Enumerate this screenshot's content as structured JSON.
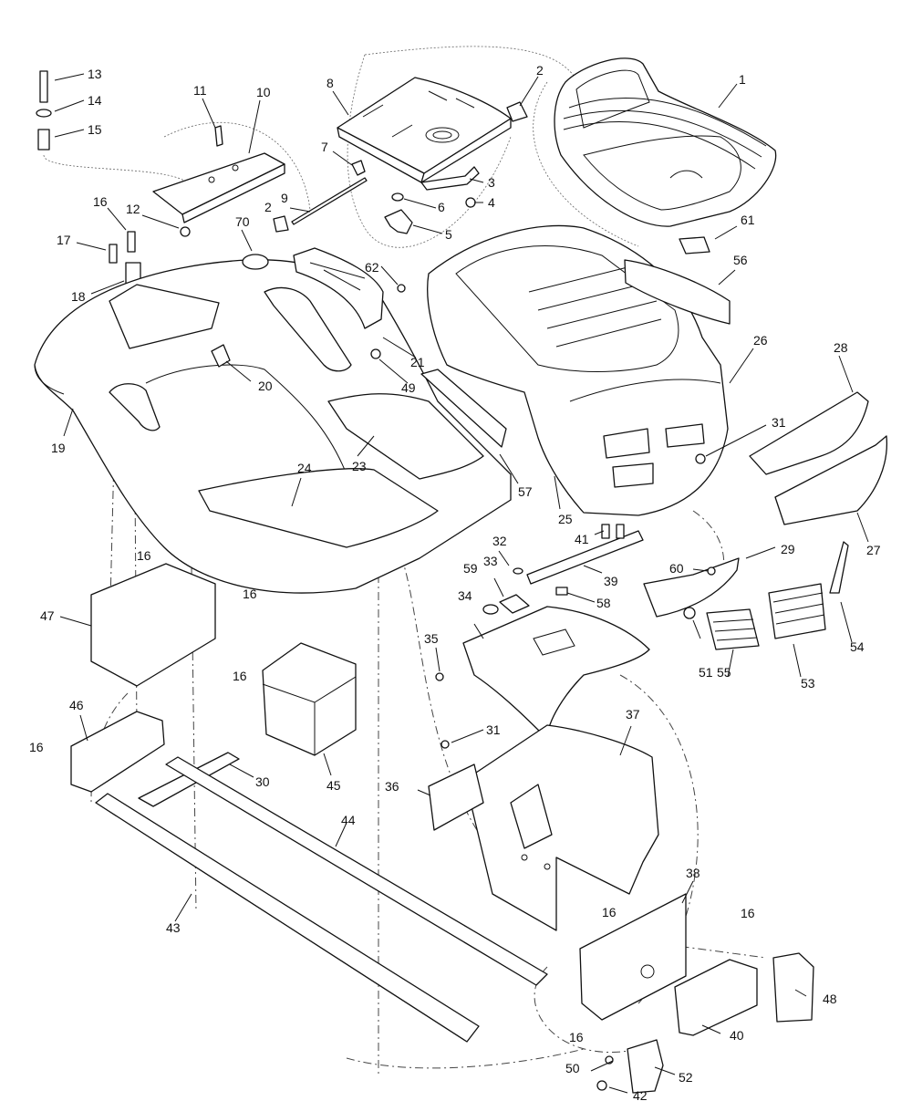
{
  "diagram": {
    "callouts": [
      {
        "id": "c1",
        "text": "1"
      },
      {
        "id": "c2a",
        "text": "2"
      },
      {
        "id": "c2b",
        "text": "2"
      },
      {
        "id": "c3",
        "text": "3"
      },
      {
        "id": "c4",
        "text": "4"
      },
      {
        "id": "c5",
        "text": "5"
      },
      {
        "id": "c6",
        "text": "6"
      },
      {
        "id": "c7",
        "text": "7"
      },
      {
        "id": "c8",
        "text": "8"
      },
      {
        "id": "c9",
        "text": "9"
      },
      {
        "id": "c10",
        "text": "10"
      },
      {
        "id": "c11",
        "text": "11"
      },
      {
        "id": "c12",
        "text": "12"
      },
      {
        "id": "c13",
        "text": "13"
      },
      {
        "id": "c14",
        "text": "14"
      },
      {
        "id": "c15",
        "text": "15"
      },
      {
        "id": "c16a",
        "text": "16"
      },
      {
        "id": "c16b",
        "text": "16"
      },
      {
        "id": "c16c",
        "text": "16"
      },
      {
        "id": "c16d",
        "text": "16"
      },
      {
        "id": "c16e",
        "text": "16"
      },
      {
        "id": "c16f",
        "text": "16"
      },
      {
        "id": "c16g",
        "text": "16"
      },
      {
        "id": "c16h",
        "text": "16"
      },
      {
        "id": "c17",
        "text": "17"
      },
      {
        "id": "c18",
        "text": "18"
      },
      {
        "id": "c19",
        "text": "19"
      },
      {
        "id": "c20",
        "text": "20"
      },
      {
        "id": "c21",
        "text": "21"
      },
      {
        "id": "c23",
        "text": "23"
      },
      {
        "id": "c24",
        "text": "24"
      },
      {
        "id": "c25",
        "text": "25"
      },
      {
        "id": "c26",
        "text": "26"
      },
      {
        "id": "c27",
        "text": "27"
      },
      {
        "id": "c28",
        "text": "28"
      },
      {
        "id": "c29",
        "text": "29"
      },
      {
        "id": "c30",
        "text": "30"
      },
      {
        "id": "c31a",
        "text": "31"
      },
      {
        "id": "c31b",
        "text": "31"
      },
      {
        "id": "c32",
        "text": "32"
      },
      {
        "id": "c33",
        "text": "33"
      },
      {
        "id": "c34",
        "text": "34"
      },
      {
        "id": "c35",
        "text": "35"
      },
      {
        "id": "c36",
        "text": "36"
      },
      {
        "id": "c37",
        "text": "37"
      },
      {
        "id": "c38",
        "text": "38"
      },
      {
        "id": "c39",
        "text": "39"
      },
      {
        "id": "c40",
        "text": "40"
      },
      {
        "id": "c41",
        "text": "41"
      },
      {
        "id": "c42",
        "text": "42"
      },
      {
        "id": "c43",
        "text": "43"
      },
      {
        "id": "c44",
        "text": "44"
      },
      {
        "id": "c45",
        "text": "45"
      },
      {
        "id": "c46",
        "text": "46"
      },
      {
        "id": "c47",
        "text": "47"
      },
      {
        "id": "c48",
        "text": "48"
      },
      {
        "id": "c49",
        "text": "49"
      },
      {
        "id": "c50",
        "text": "50"
      },
      {
        "id": "c51",
        "text": "51"
      },
      {
        "id": "c52",
        "text": "52"
      },
      {
        "id": "c53",
        "text": "53"
      },
      {
        "id": "c54",
        "text": "54"
      },
      {
        "id": "c55",
        "text": "55"
      },
      {
        "id": "c56",
        "text": "56"
      },
      {
        "id": "c57",
        "text": "57"
      },
      {
        "id": "c58",
        "text": "58"
      },
      {
        "id": "c59",
        "text": "59"
      },
      {
        "id": "c60",
        "text": "60"
      },
      {
        "id": "c61",
        "text": "61"
      },
      {
        "id": "c62",
        "text": "62"
      },
      {
        "id": "c70",
        "text": "70"
      }
    ]
  }
}
